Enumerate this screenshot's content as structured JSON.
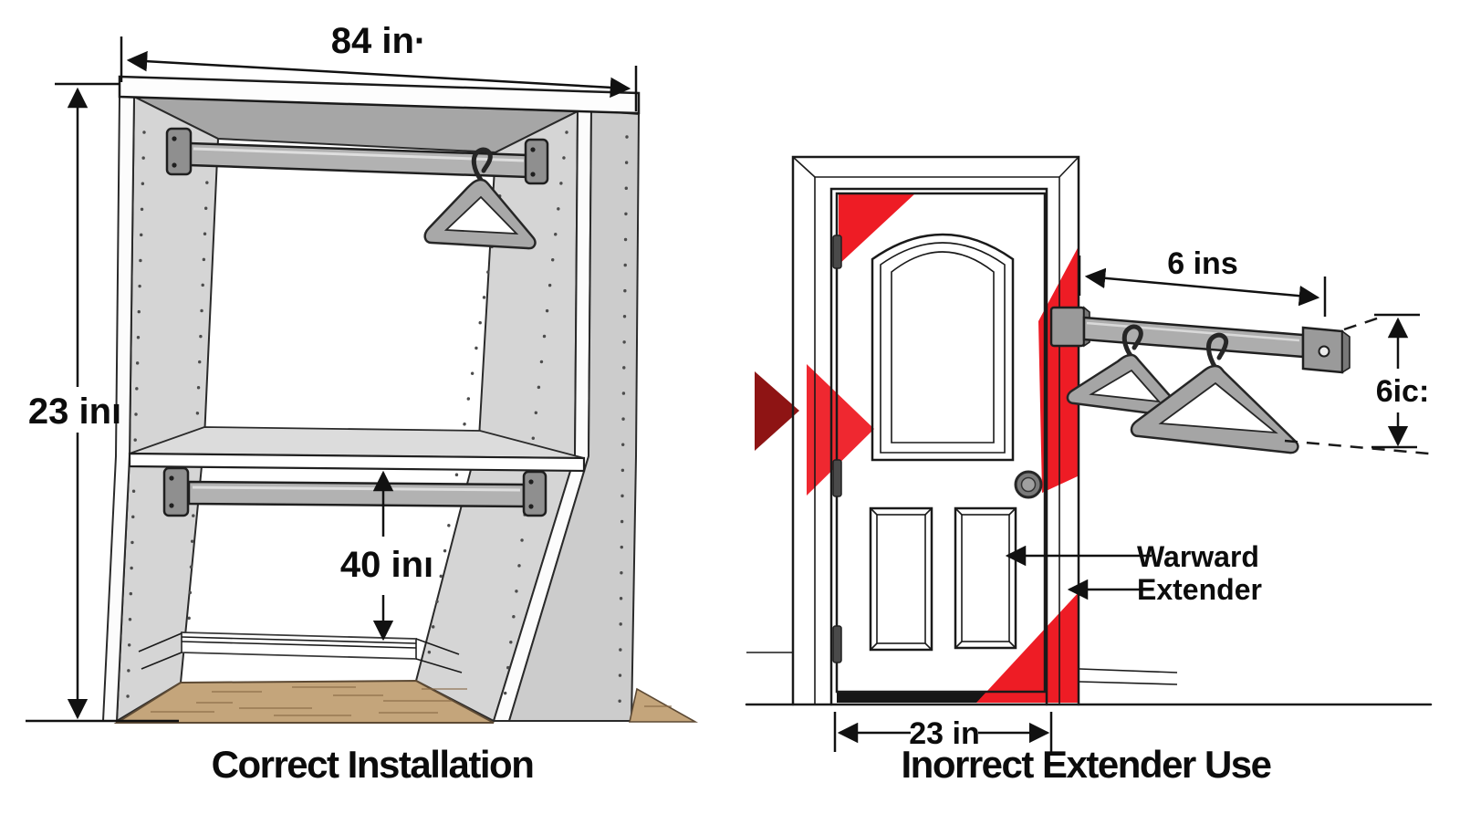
{
  "left_diagram": {
    "caption": "Correct Installation",
    "width_label": "84 in·",
    "height_label": "23 inı",
    "rod_height_label": "40 inı"
  },
  "right_diagram": {
    "caption": "Inorrect Extender Use",
    "extension_label": "6 ins",
    "drop_label": "6ic:",
    "door_width_label": "23 in",
    "callout_line1": "Warward",
    "callout_line2": "Extender"
  },
  "colors": {
    "warning_red": "#ee1c25",
    "dark_red": "#8e1414",
    "panel_gray": "#d5d5d5",
    "ceiling_gray": "#a6a6a6",
    "metal_gray": "#b2b2b2",
    "floor_tan": "#c4a57b",
    "line_black": "#1a1a1a"
  }
}
